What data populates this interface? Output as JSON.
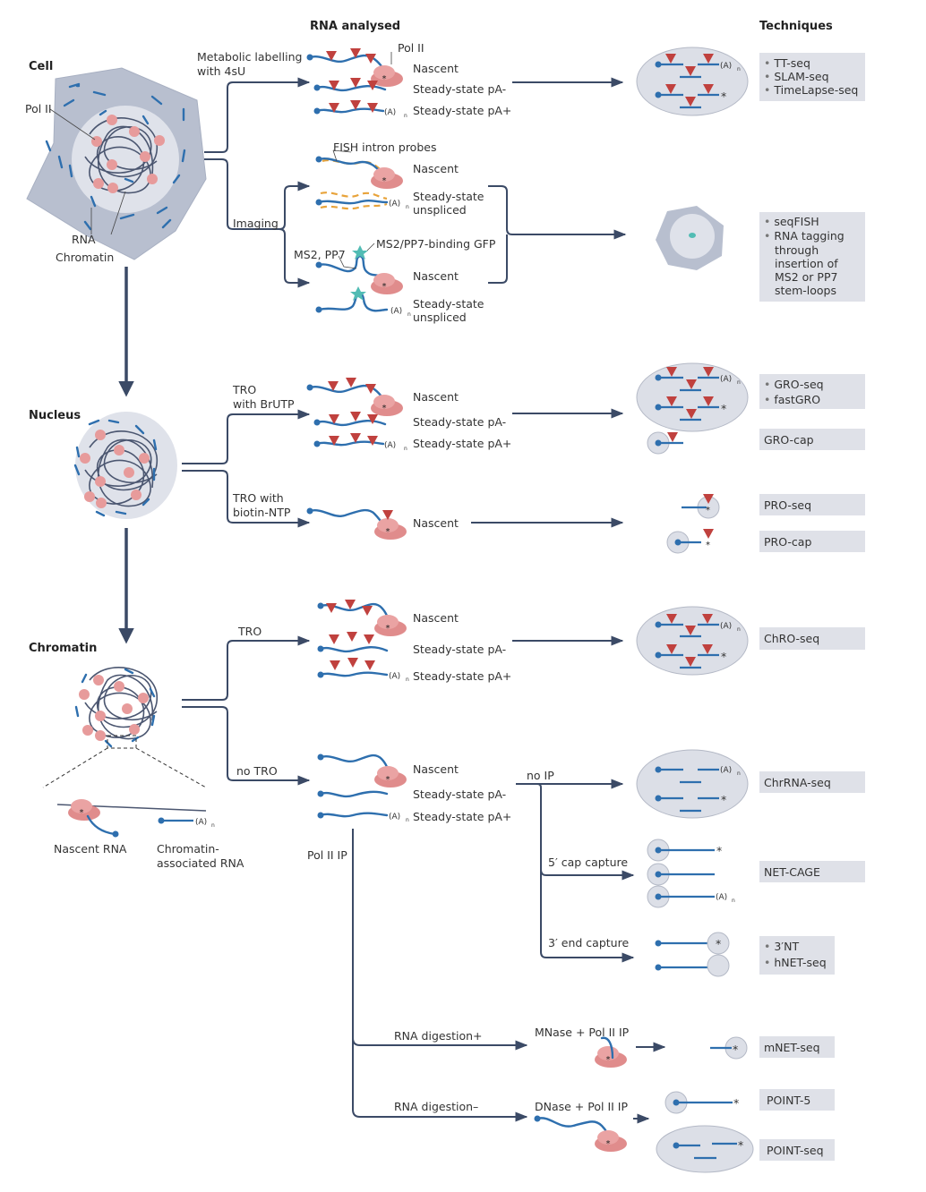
{
  "headers": {
    "rna_analysed": "RNA analysed",
    "techniques": "Techniques"
  },
  "stages": {
    "cell": "Cell",
    "nucleus": "Nucleus",
    "chromatin": "Chromatin"
  },
  "cell_labels": {
    "pol2": "Pol II",
    "rna": "RNA",
    "chromatin": "Chromatin"
  },
  "zoom_labels": {
    "nascent_rna": "Nascent RNA",
    "chromatin_assoc_line1": "Chromatin-",
    "chromatin_assoc_line2": "associated RNA"
  },
  "branches": {
    "metabolic_line1": "Metabolic labelling",
    "metabolic_line2": "with 4sU",
    "imaging": "Imaging",
    "tro_brutp_line1": "TRO",
    "tro_brutp_line2": "with BrUTP",
    "tro_biotin_line1": "TRO with",
    "tro_biotin_line2": "biotin-NTP",
    "tro": "TRO",
    "no_tro": "no TRO",
    "pol2_ip": "Pol II IP",
    "no_ip": "no IP",
    "cap_capture": "5′ cap capture",
    "end_capture": "3′ end capture",
    "rna_digestion_plus": "RNA digestion+",
    "rna_digestion_minus": "RNA digestion–",
    "mnase": "MNase + Pol II IP",
    "dnase": "DNase + Pol II IP"
  },
  "rna_labels": {
    "pol2": "Pol II",
    "nascent": "Nascent",
    "ss_pa_minus": "Steady-state pA-",
    "ss_pa_plus": "Steady-state pA+",
    "ss_line1": "Steady-state",
    "ss_unspliced": "unspliced",
    "fish_probes": "FISH intron probes",
    "ms2_pp7": "MS2, PP7",
    "gfp": "MS2/PP7-binding GFP",
    "polyA": "(A)",
    "polyA_sub": "n",
    "star": "*"
  },
  "techniques": {
    "metabolic": [
      "TT-seq",
      "SLAM-seq",
      "TimeLapse-seq"
    ],
    "imaging": [
      "seqFISH",
      "RNA tagging",
      "through",
      "insertion of",
      "MS2 or PP7",
      "stem-loops"
    ],
    "gro": [
      "GRO-seq",
      "fastGRO"
    ],
    "gro_cap": "GRO-cap",
    "pro_seq": "PRO-seq",
    "pro_cap": "PRO-cap",
    "chro_seq": "ChRO-seq",
    "chrrna_seq": "ChrRNA-seq",
    "net_cage": "NET-CAGE",
    "end_capture": [
      "3′NT",
      "hNET-seq"
    ],
    "mnet_seq": "mNET-seq",
    "point5": "POINT-5",
    "point_seq": "POINT-seq"
  },
  "bullet": "•",
  "colors": {
    "flow_line": "#3b4a66",
    "rna": "#2e6fae",
    "label_triangle": "#c0413e",
    "pol2": "#e08c8c",
    "technique_box": "#dfe1e8",
    "fish_probe": "#e8a33a",
    "gfp": "#52bcb4"
  }
}
